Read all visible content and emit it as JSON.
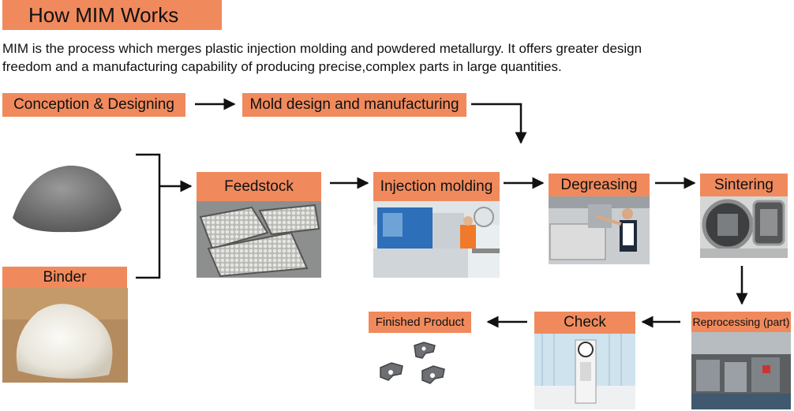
{
  "title": "How MIM Works",
  "intro": "MIM is the process which merges plastic injection molding and powdered metallurgy. It offers greater design freedom and a manufacturing capability of producing precise,complex parts in large quantities.",
  "steps": {
    "conception": "Conception & Designing",
    "mold": "Mold design and manufacturing",
    "binder": "Binder",
    "feedstock": "Feedstock",
    "injection": "Injection molding",
    "degreasing": "Degreasing",
    "sintering": "Sintering",
    "reprocessing": "Reprocessing (part)",
    "check": "Check",
    "finished": "Finished Product"
  },
  "colors": {
    "label_fill": "#f08a5d",
    "arrow": "#111111"
  }
}
